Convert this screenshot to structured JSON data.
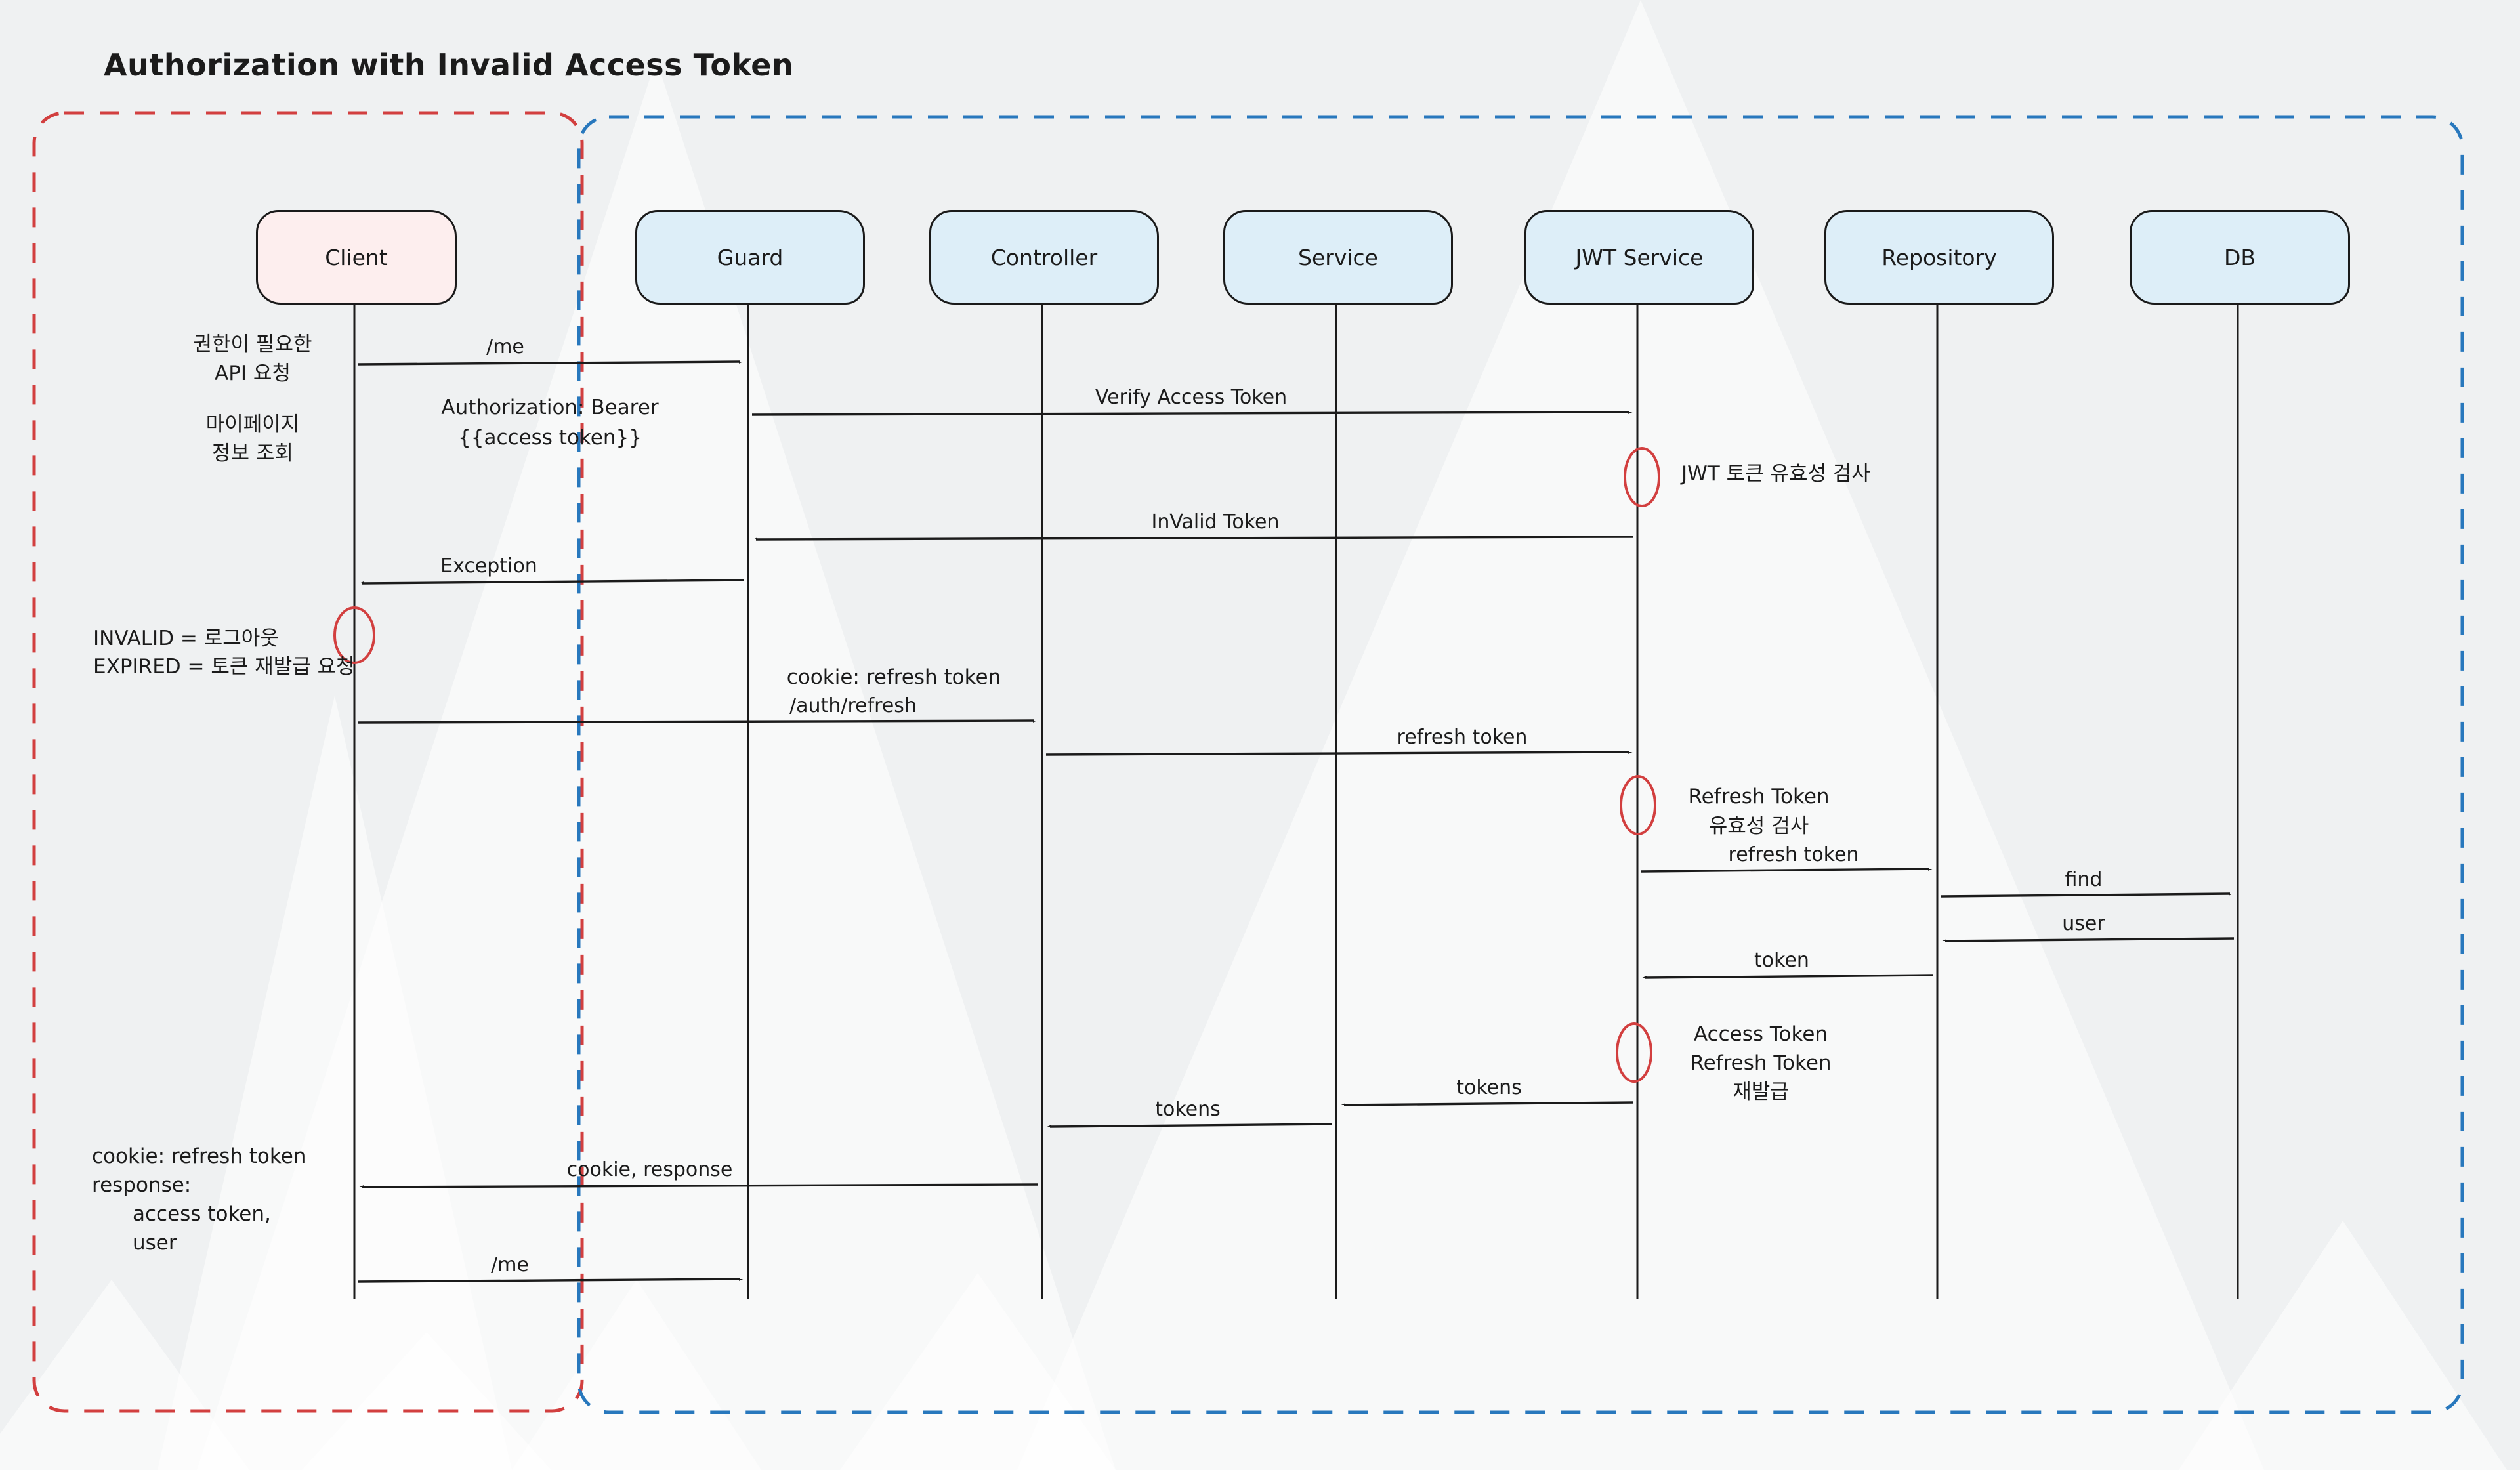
{
  "title": "Authorization with Invalid Access Token",
  "actors": [
    {
      "id": "client",
      "label": "Client"
    },
    {
      "id": "guard",
      "label": "Guard"
    },
    {
      "id": "controller",
      "label": "Controller"
    },
    {
      "id": "service",
      "label": "Service"
    },
    {
      "id": "jwt-service",
      "label": "JWT Service"
    },
    {
      "id": "repository",
      "label": "Repository"
    },
    {
      "id": "db",
      "label": "DB"
    }
  ],
  "messages": [
    {
      "id": "me-request",
      "from": "Client",
      "to": "Guard",
      "label": "/me"
    },
    {
      "id": "verify-access-token",
      "from": "Guard",
      "to": "JWT Service",
      "label": "Verify Access Token"
    },
    {
      "id": "invalid-token",
      "from": "JWT Service",
      "to": "Guard",
      "label": "InValid Token"
    },
    {
      "id": "exception",
      "from": "Guard",
      "to": "Client",
      "label": "Exception"
    },
    {
      "id": "auth-refresh",
      "from": "Client",
      "to": "Controller",
      "label": "/auth/refresh"
    },
    {
      "id": "refresh-token-to-jwt",
      "from": "Controller",
      "to": "JWT Service",
      "label": "refresh token"
    },
    {
      "id": "refresh-token-to-repo",
      "from": "JWT Service",
      "to": "Repository",
      "label": "refresh token"
    },
    {
      "id": "find",
      "from": "Repository",
      "to": "DB",
      "label": "find"
    },
    {
      "id": "user",
      "from": "DB",
      "to": "Repository",
      "label": "user"
    },
    {
      "id": "token",
      "from": "Repository",
      "to": "JWT Service",
      "label": "token"
    },
    {
      "id": "tokens-to-service",
      "from": "JWT Service",
      "to": "Service",
      "label": "tokens"
    },
    {
      "id": "tokens-to-controller",
      "from": "Service",
      "to": "Controller",
      "label": "tokens"
    },
    {
      "id": "cookie-response",
      "from": "Controller",
      "to": "Client",
      "label": "cookie, response"
    },
    {
      "id": "me-request-2",
      "from": "Client",
      "to": "Guard",
      "label": "/me"
    }
  ],
  "notes": {
    "request_api": {
      "lines": [
        "권한이 필요한",
        "API 요청"
      ]
    },
    "mypage": {
      "lines": [
        "마이페이지",
        "정보 조회"
      ]
    },
    "auth_bearer": {
      "lines": [
        "Authorization: Bearer",
        "{{access token}}"
      ]
    },
    "jwt_check": {
      "lines": [
        "JWT 토큰 유효성 검사"
      ]
    },
    "invalid_expired": {
      "lines": [
        "INVALID = 로그아웃",
        "EXPIRED = 토큰 재발급 요청"
      ]
    },
    "cookie_refresh": {
      "lines": [
        "cookie: refresh token"
      ]
    },
    "refresh_validate": {
      "lines": [
        "Refresh Token",
        "유효성 검사"
      ]
    },
    "token_reissue": {
      "lines": [
        "Access Token",
        "Refresh Token",
        "재발급"
      ]
    },
    "client_response": {
      "lines": [
        "cookie: refresh token",
        "response:",
        "access token,",
        "user"
      ]
    }
  },
  "colors": {
    "client_boundary": "#d23f3f",
    "server_boundary": "#2878bd",
    "client_actor_fill": "#fdeeee",
    "actor_fill": "#ddeef8",
    "ink": "#1b1b1b",
    "validation_marker": "#d23f3f",
    "background": "#eff1f2"
  }
}
